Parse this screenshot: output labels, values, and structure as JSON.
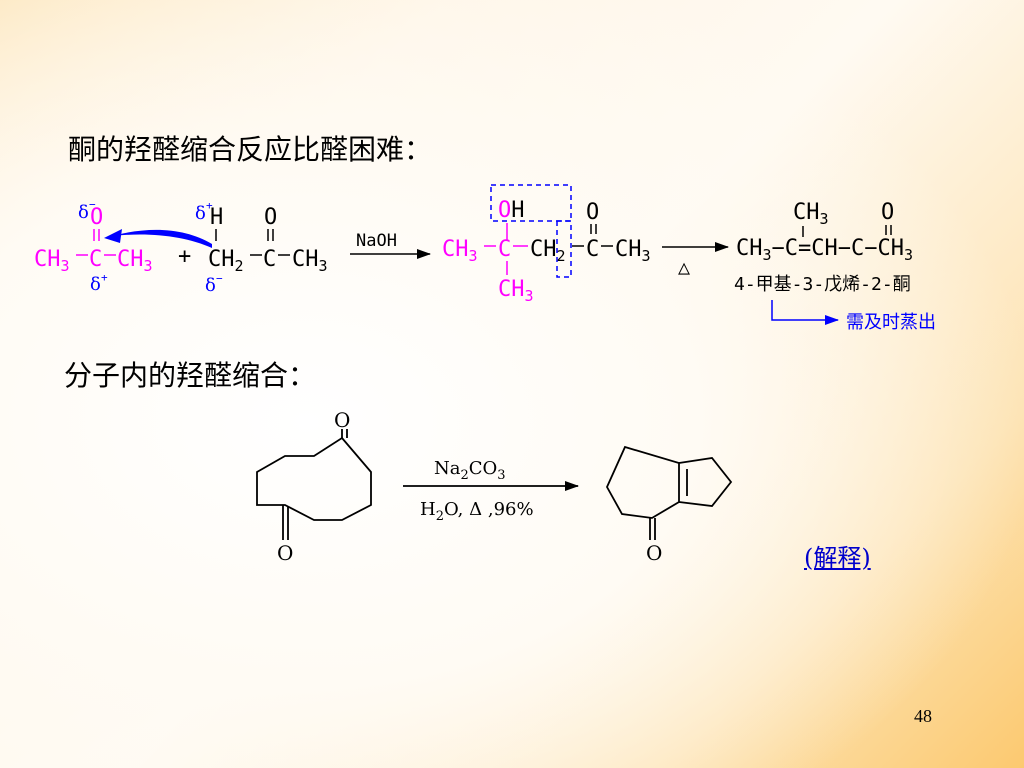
{
  "slide": {
    "heading1": "酮的羟醛缩合反应比醛困难：",
    "heading2": "分子内的羟醛缩合：",
    "explain_link": "(解释)",
    "page_number": "48"
  },
  "reaction1": {
    "acetone": {
      "ch3_left": "CH",
      "sub3": "3",
      "c": "C",
      "ch3_right": "CH",
      "o": "O",
      "delta_minus": "δ",
      "delta_plus": "δ",
      "minus": "−",
      "plus_sign": "+"
    },
    "plus": "+",
    "second": {
      "h": "H",
      "ch2": "CH",
      "sub2": "2",
      "c": "C",
      "o": "O",
      "ch3": "CH",
      "sub3": "3",
      "delta_plus": "δ",
      "delta_minus": "δ"
    },
    "reagent": "NaOH",
    "adduct": {
      "oh": "OH",
      "ch3_left": "CH",
      "c": "C",
      "ch2": "CH",
      "c2": "C",
      "o": "O",
      "ch3_right": "CH",
      "ch3_bottom": "CH",
      "sub2": "2",
      "sub3": "3"
    },
    "heat": "△",
    "product": {
      "ch3_top": "CH",
      "o": "O",
      "formula_1": "CH",
      "formula_2": "−C=CH−C−CH",
      "sub3": "3",
      "name": "4-甲基-3-戊烯-2-酮",
      "note": "需及时蒸出"
    },
    "colors": {
      "magenta": "#ff00ff",
      "blue": "#0000ff",
      "black": "#000000"
    }
  },
  "reaction2": {
    "reagent_top_1": "Na",
    "reagent_top_sub2": "2",
    "reagent_top_2": "CO",
    "reagent_top_sub3": "3",
    "reagent_bottom_1": "H",
    "reagent_bottom_sub2": "2",
    "reagent_bottom_2": "O, Δ ,96%",
    "o_top": "O",
    "o_bottom": "O",
    "o_product": "O"
  }
}
